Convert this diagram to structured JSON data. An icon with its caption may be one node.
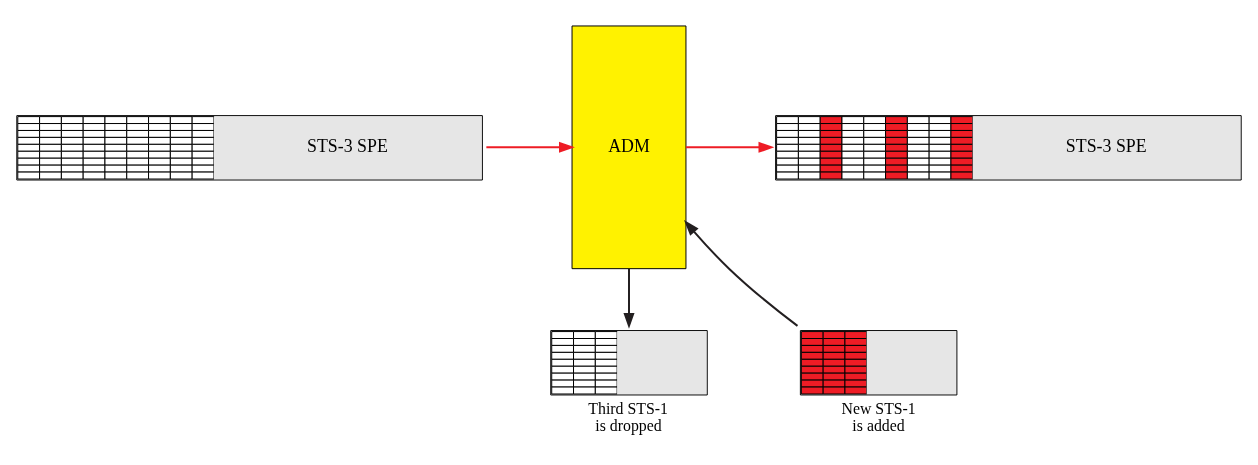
{
  "diagram": {
    "nodes": [
      {
        "text": [
          "STS-3 SPE"
        ]
      },
      {
        "text": [
          "ADM"
        ]
      },
      {
        "text": [
          "STS-3 SPE"
        ]
      },
      {
        "text": [],
        "shape": "box",
        "beside": [
          "Third STS-1 is dropped"
        ]
      },
      {
        "text": [],
        "shape": "box",
        "beside": [
          "New STS-1 is added"
        ]
      }
    ],
    "edges": [
      {
        "from": 0,
        "to": 1,
        "arrow": "to",
        "color": "#ee1c25"
      },
      {
        "from": 1,
        "to": 2,
        "arrow": "to",
        "color": "#ee1c25"
      },
      {
        "from": 1,
        "to": 3,
        "arrow": "to",
        "color": "#231f20"
      },
      {
        "from": 4,
        "to": 1,
        "arrow": "to",
        "color": "#231f20"
      }
    ]
  }
}
